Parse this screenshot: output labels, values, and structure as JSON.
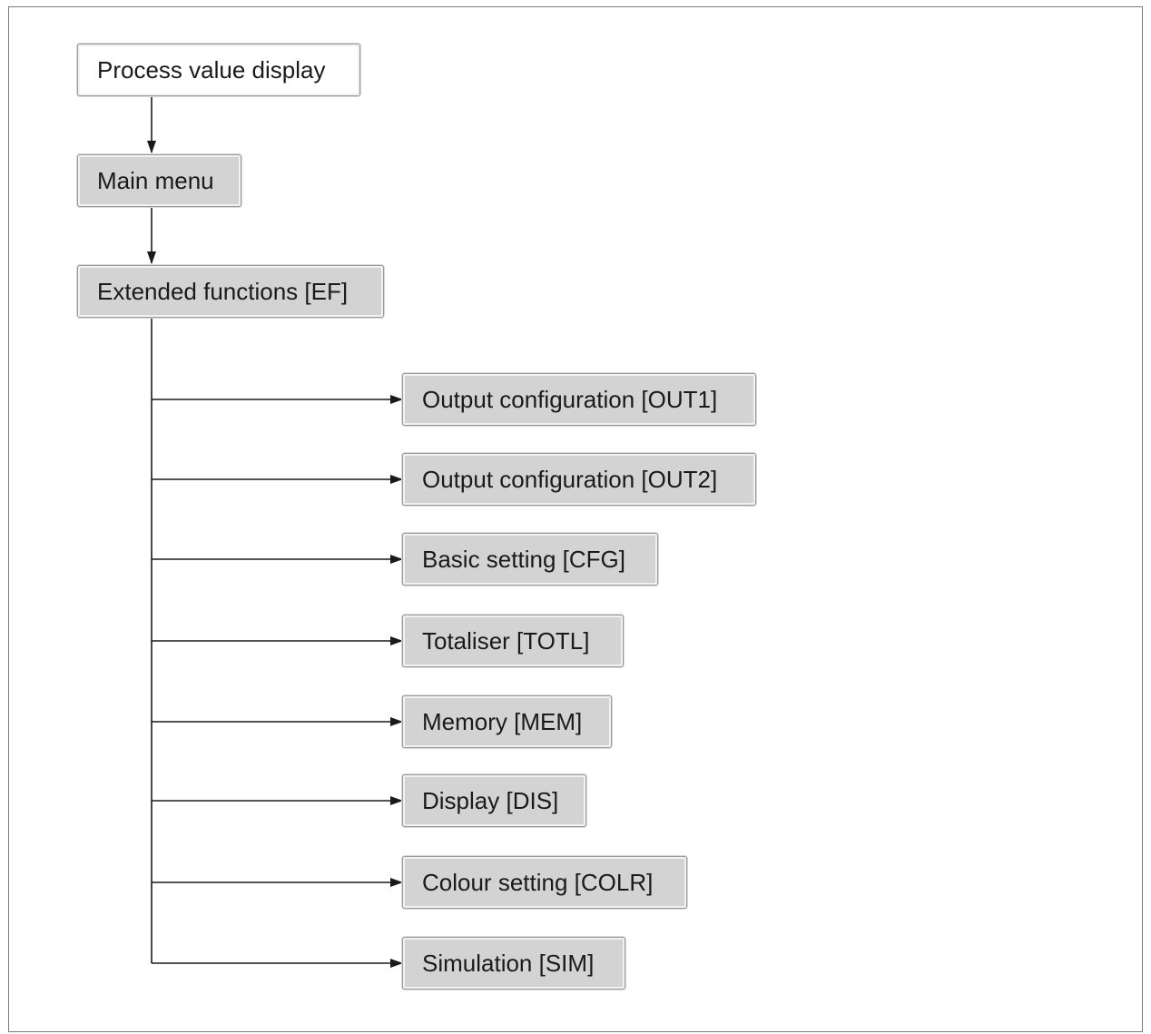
{
  "diagram": {
    "root": {
      "label": "Process value display"
    },
    "level1": {
      "label": "Main menu"
    },
    "level2": {
      "label": "Extended functions [EF]"
    },
    "submenus": [
      {
        "label": "Output configuration [OUT1]"
      },
      {
        "label": "Output configuration [OUT2]"
      },
      {
        "label": "Basic setting [CFG]"
      },
      {
        "label": "Totaliser [TOTL]"
      },
      {
        "label": "Memory [MEM]"
      },
      {
        "label": "Display [DIS]"
      },
      {
        "label": "Colour setting [COLR]"
      },
      {
        "label": "Simulation [SIM]"
      }
    ],
    "colors": {
      "root_fill": "#ffffff",
      "node_fill": "#d3d3d3",
      "line": "#1a1a1a",
      "frame": "#7a7a7a"
    }
  }
}
